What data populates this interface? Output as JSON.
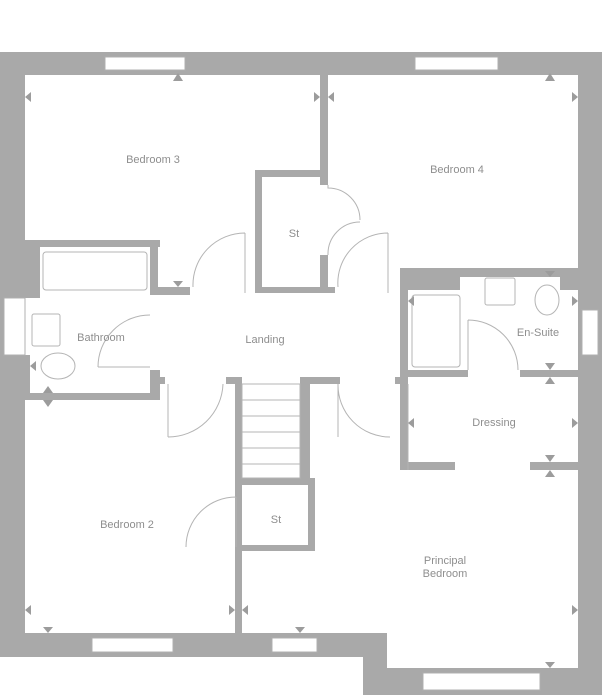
{
  "plan": {
    "rooms": {
      "bedroom3": "Bedroom 3",
      "bedroom4": "Bedroom 4",
      "store_upper": "St",
      "bathroom": "Bathroom",
      "landing": "Landing",
      "ensuite": "En-Suite",
      "dressing": "Dressing",
      "bedroom2": "Bedroom 2",
      "store_lower": "St",
      "principal_line1": "Principal",
      "principal_line2": "Bedroom"
    },
    "colors": {
      "wall": "#a9a9a9",
      "label": "#8e8e8e",
      "background": "#ffffff"
    }
  }
}
